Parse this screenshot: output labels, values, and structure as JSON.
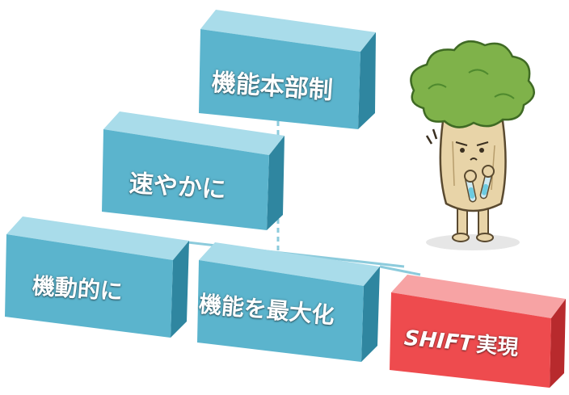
{
  "diagram": {
    "blocks": [
      {
        "id": "block-kinou-honbusei",
        "label": "機能本部制",
        "color": "#5bb4cd"
      },
      {
        "id": "block-sumiyakani",
        "label": "速やかに",
        "color": "#5bb4cd"
      },
      {
        "id": "block-kidoutekini",
        "label": "機動的に",
        "color": "#5bb4cd"
      },
      {
        "id": "block-kinou-saidaika",
        "label": "機能を最大化",
        "color": "#5bb4cd"
      },
      {
        "id": "block-shift-jitsugen",
        "label_prefix": "SHIFT",
        "label_suffix": "実現",
        "color": "#ee4b4e"
      }
    ]
  },
  "colors": {
    "block_front": "#5bb4cd",
    "block_top": "#a9dcea",
    "block_side": "#2f86a0",
    "accent_front": "#ee4b4e",
    "accent_top": "#f7a3a4",
    "accent_side": "#b82a2d",
    "mascot_leaf": "#7fb24a",
    "mascot_body": "#e8d4a8"
  },
  "mascot": {
    "icon": "broccoli-mascot-icon"
  }
}
